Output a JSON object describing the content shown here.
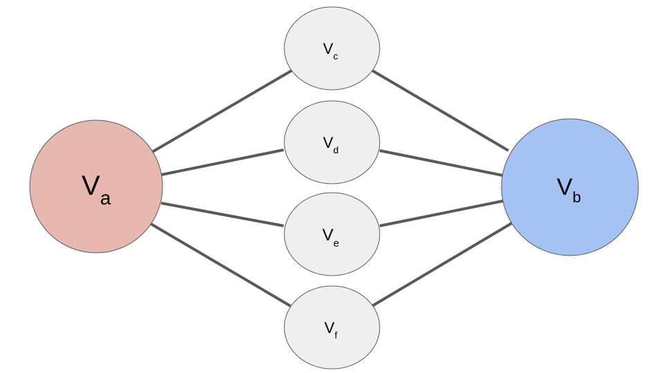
{
  "diagram": {
    "nodes": [
      {
        "id": "va",
        "main": "V",
        "sub": "a",
        "fill": "#e6b8af",
        "stroke": "#595959"
      },
      {
        "id": "vb",
        "main": "V",
        "sub": "b",
        "fill": "#a4c2f4",
        "stroke": "#595959"
      },
      {
        "id": "vc",
        "main": "V",
        "sub": "c",
        "fill": "#efefef",
        "stroke": "#595959"
      },
      {
        "id": "vd",
        "main": "V",
        "sub": "d",
        "fill": "#efefef",
        "stroke": "#595959"
      },
      {
        "id": "ve",
        "main": "V",
        "sub": "e",
        "fill": "#efefef",
        "stroke": "#595959"
      },
      {
        "id": "vf",
        "main": "V",
        "sub": "f",
        "fill": "#efefef",
        "stroke": "#595959"
      }
    ],
    "edges": [
      {
        "from": "va",
        "to": "vc"
      },
      {
        "from": "va",
        "to": "vd"
      },
      {
        "from": "va",
        "to": "ve"
      },
      {
        "from": "va",
        "to": "vf"
      },
      {
        "from": "vc",
        "to": "vb"
      },
      {
        "from": "vd",
        "to": "vb"
      },
      {
        "from": "ve",
        "to": "vb"
      },
      {
        "from": "vf",
        "to": "vb"
      }
    ],
    "edge_color": "#595959"
  }
}
